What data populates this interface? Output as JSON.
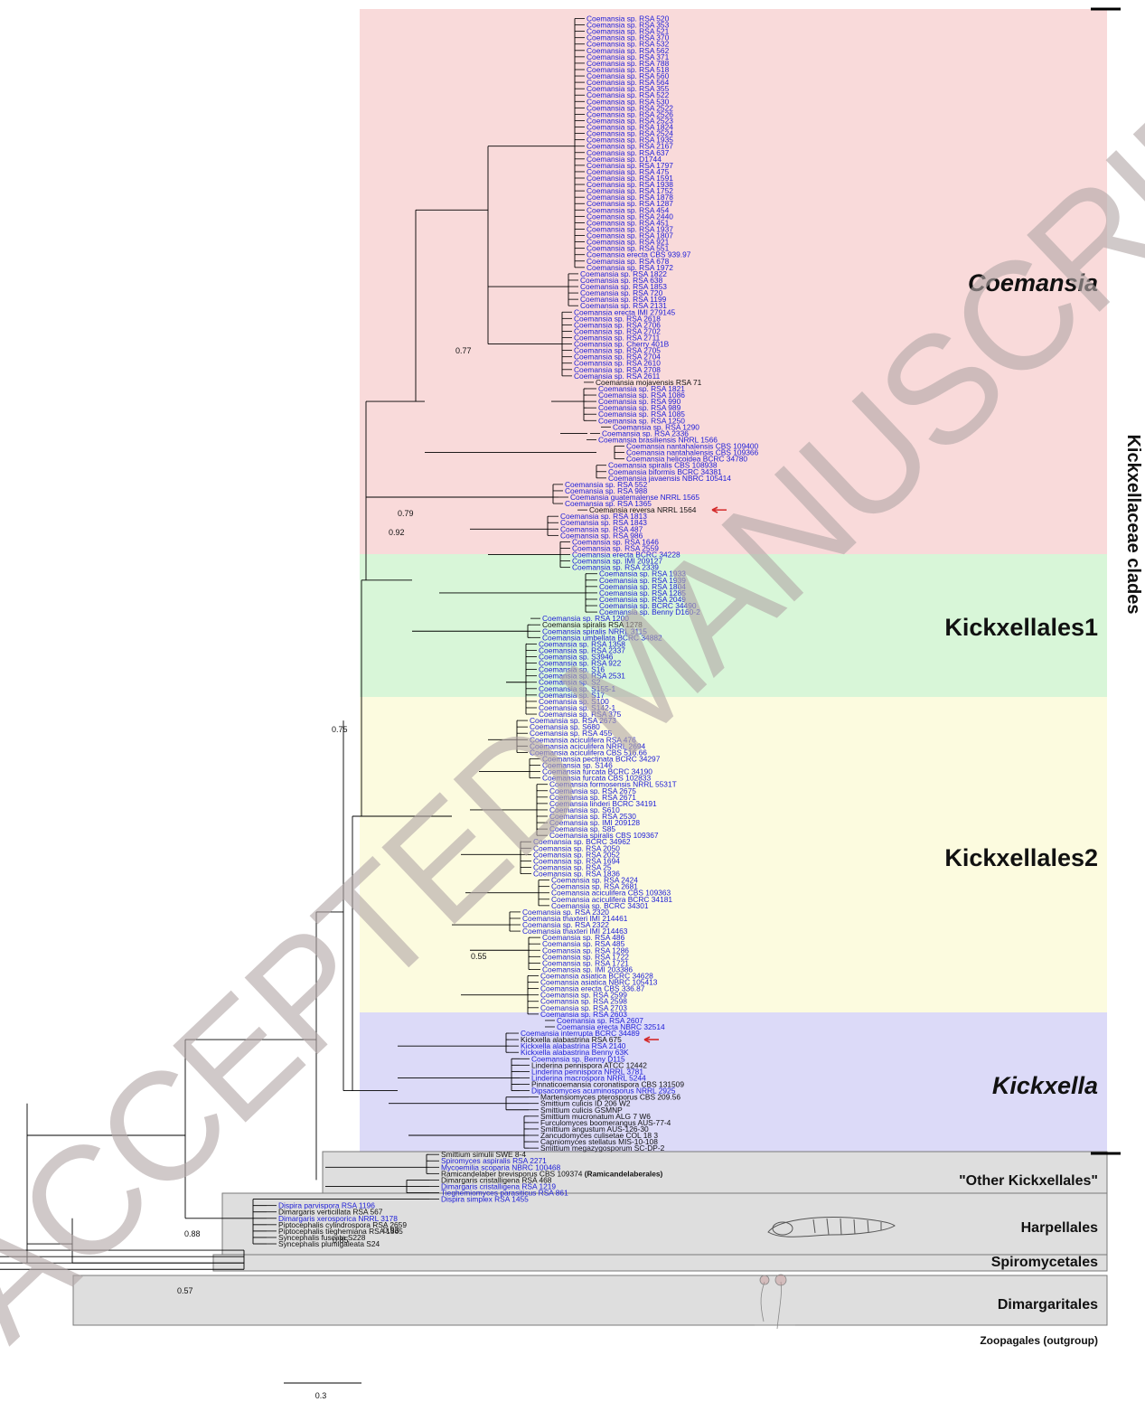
{
  "colors": {
    "coemansia_band": "#f9dada",
    "kickxellales1_band": "#d8f6d8",
    "kickxellales2_band": "#fcfbdf",
    "kickxella_band": "#dcdaf8",
    "grey_band": "#dedede",
    "tip_blue": "#2020d8",
    "tip_black": "#111111",
    "arrow_red": "#d42a2a",
    "watermark": "#b3a8a8"
  },
  "watermark": "ACCEPTED MANUSCRIPT",
  "bracket_label": "Kickxellaceae clades",
  "scale_bar_label": "0.3",
  "groups": [
    {
      "label": "Coemansia",
      "italic": true,
      "size": 27,
      "band": "coemansia_band"
    },
    {
      "label": "Kickxellales1",
      "italic": false,
      "size": 27,
      "band": "kickxellales1_band"
    },
    {
      "label": "Kickxellales2",
      "italic": false,
      "size": 27,
      "band": "kickxellales2_band"
    },
    {
      "label": "Kickxella",
      "italic": true,
      "size": 27,
      "band": "kickxella_band"
    },
    {
      "label": "\"Other Kickxellales\"",
      "italic": false,
      "size": 16,
      "band": "grey_band"
    },
    {
      "label": "Harpellales",
      "italic": false,
      "size": 16,
      "band": "grey_band"
    },
    {
      "label": "Spiromycetales",
      "italic": false,
      "size": 16,
      "band": "grey_band"
    },
    {
      "label": "Dimargaritales",
      "italic": false,
      "size": 16,
      "band": "grey_band"
    },
    {
      "label": "Zoopagales (outgroup)",
      "italic": false,
      "size": 12,
      "band": ""
    }
  ],
  "support_values": [
    "0.77",
    "0.79",
    "0.92",
    "0.75",
    "0.55",
    "0.88",
    "0.93",
    "0.85",
    "0.57"
  ],
  "red_arrows": [
    "Coemansia reversa NRRL 1564",
    "Kickxella alabastrina RSA 675"
  ],
  "taxa": [
    {
      "name": "Coemansia sp. RSA 520",
      "c": "b"
    },
    {
      "name": "Coemansia sp. RSA 353",
      "c": "b"
    },
    {
      "name": "Coemansia sp. RSA 521",
      "c": "b"
    },
    {
      "name": "Coemansia sp. RSA 370",
      "c": "b"
    },
    {
      "name": "Coemansia sp. RSA 532",
      "c": "b"
    },
    {
      "name": "Coemansia sp. RSA 562",
      "c": "b"
    },
    {
      "name": "Coemansia sp. RSA 371",
      "c": "b"
    },
    {
      "name": "Coemansia sp. RSA 788",
      "c": "b"
    },
    {
      "name": "Coemansia sp. RSA 518",
      "c": "b"
    },
    {
      "name": "Coemansia sp. RSA 560",
      "c": "b"
    },
    {
      "name": "Coemansia sp. RSA 564",
      "c": "b"
    },
    {
      "name": "Coemansia sp. RSA 355",
      "c": "b"
    },
    {
      "name": "Coemansia sp. RSA 522",
      "c": "b"
    },
    {
      "name": "Coemansia sp. RSA 530",
      "c": "b"
    },
    {
      "name": "Coemansia sp. RSA 2522",
      "c": "b"
    },
    {
      "name": "Coemansia sp. RSA 2526",
      "c": "b"
    },
    {
      "name": "Coemansia sp. RSA 2523",
      "c": "b"
    },
    {
      "name": "Coemansia sp. RSA 1824",
      "c": "b"
    },
    {
      "name": "Coemansia sp. RSA 2524",
      "c": "b"
    },
    {
      "name": "Coemansia sp. RSA 1935",
      "c": "b"
    },
    {
      "name": "Coemansia sp. RSA 2167",
      "c": "b"
    },
    {
      "name": "Coemansia sp. RSA 637",
      "c": "b"
    },
    {
      "name": "Coemansia sp. D1744",
      "c": "b"
    },
    {
      "name": "Coemansia sp. RSA 1797",
      "c": "b"
    },
    {
      "name": "Coemansia sp. RSA 475",
      "c": "b"
    },
    {
      "name": "Coemansia sp. RSA 1591",
      "c": "b"
    },
    {
      "name": "Coemansia sp. RSA 1938",
      "c": "b"
    },
    {
      "name": "Coemansia sp. RSA 1752",
      "c": "b"
    },
    {
      "name": "Coemansia sp. RSA 1878",
      "c": "b"
    },
    {
      "name": "Coemansia sp. RSA 1287",
      "c": "b"
    },
    {
      "name": "Coemansia sp. RSA 454",
      "c": "b"
    },
    {
      "name": "Coemansia sp. RSA 2440",
      "c": "b"
    },
    {
      "name": "Coemansia sp. RSA 451",
      "c": "b"
    },
    {
      "name": "Coemansia sp. RSA 1937",
      "c": "b"
    },
    {
      "name": "Coemansia sp. RSA 1807",
      "c": "b"
    },
    {
      "name": "Coemansia sp. RSA 921",
      "c": "b"
    },
    {
      "name": "Coemansia sp. RSA 551",
      "c": "b"
    },
    {
      "name": "Coemansia erecta CBS 939.97",
      "c": "b"
    },
    {
      "name": "Coemansia sp. RSA 678",
      "c": "b"
    },
    {
      "name": "Coemansia sp. RSA 1972",
      "c": "b"
    },
    {
      "name": "Coemansia sp. RSA 1822",
      "c": "b"
    },
    {
      "name": "Coemansia sp. RSA 638",
      "c": "b"
    },
    {
      "name": "Coemansia sp. RSA 1853",
      "c": "b"
    },
    {
      "name": "Coemansia sp. RSA 720",
      "c": "b"
    },
    {
      "name": "Coemansia sp. RSA 1199",
      "c": "b"
    },
    {
      "name": "Coemansia sp. RSA 2131",
      "c": "b"
    },
    {
      "name": "Coemansia erecta IMI 279145",
      "c": "b"
    },
    {
      "name": "Coemansia sp. RSA 2618",
      "c": "b"
    },
    {
      "name": "Coemansia sp. RSA 2706",
      "c": "b"
    },
    {
      "name": "Coemansia sp. RSA 2702",
      "c": "b"
    },
    {
      "name": "Coemansia sp. RSA 2711",
      "c": "b"
    },
    {
      "name": "Coemansia sp. Cherry 401B",
      "c": "b"
    },
    {
      "name": "Coemansia sp. RSA 2705",
      "c": "b"
    },
    {
      "name": "Coemansia sp. RSA 2704",
      "c": "b"
    },
    {
      "name": "Coemansia sp. RSA 2610",
      "c": "b"
    },
    {
      "name": "Coemansia sp. RSA 2708",
      "c": "b"
    },
    {
      "name": "Coemansia sp. RSA 2611",
      "c": "b"
    },
    {
      "name": "Coemansia mojavensis RSA 71",
      "c": "k"
    },
    {
      "name": "Coemansia sp. RSA 1821",
      "c": "b"
    },
    {
      "name": "Coemansia sp. RSA 1086",
      "c": "b"
    },
    {
      "name": "Coemansia sp. RSA 990",
      "c": "b"
    },
    {
      "name": "Coemansia sp. RSA 989",
      "c": "b"
    },
    {
      "name": "Coemansia sp. RSA 1085",
      "c": "b"
    },
    {
      "name": "Coemansia sp. RSA 1250",
      "c": "b"
    },
    {
      "name": "Coemansia sp. RSA 1290",
      "c": "b"
    },
    {
      "name": "Coemansia sp. RSA 2336",
      "c": "b"
    },
    {
      "name": "Coemansia brasiliensis NRRL 1566",
      "c": "b"
    },
    {
      "name": "Coemansia nantahalensis CBS 109400",
      "c": "b"
    },
    {
      "name": "Coemansia nantahalensis CBS 109366",
      "c": "b"
    },
    {
      "name": "Coemansia helicoidea BCRC 34780",
      "c": "b"
    },
    {
      "name": "Coemansia spiralis CBS 108938",
      "c": "b"
    },
    {
      "name": "Coemansia biformis BCRC 34381",
      "c": "b"
    },
    {
      "name": "Coemansia javaensis NBRC 105414",
      "c": "b"
    },
    {
      "name": "Coemansia sp. RSA 552",
      "c": "b"
    },
    {
      "name": "Coemansia sp. RSA 988",
      "c": "b"
    },
    {
      "name": "Coemansia guatemalense NRRL 1565",
      "c": "b"
    },
    {
      "name": "Coemansia sp. RSA 1365",
      "c": "b"
    },
    {
      "name": "Coemansia reversa NRRL 1564",
      "c": "k"
    },
    {
      "name": "Coemansia sp. RSA 1813",
      "c": "b"
    },
    {
      "name": "Coemansia sp. RSA 1843",
      "c": "b"
    },
    {
      "name": "Coemansia sp. RSA 487",
      "c": "b"
    },
    {
      "name": "Coemansia sp. RSA 986",
      "c": "b"
    },
    {
      "name": "Coemansia sp. RSA 1646",
      "c": "b"
    },
    {
      "name": "Coemansia sp. RSA 2559",
      "c": "b"
    },
    {
      "name": "Coemansia erecta BCRC 34228",
      "c": "b"
    },
    {
      "name": "Coemansia sp. IMI 209127",
      "c": "b"
    },
    {
      "name": "Coemansia sp. RSA 2339",
      "c": "b"
    },
    {
      "name": "Coemansia sp. RSA 1933",
      "c": "b"
    },
    {
      "name": "Coemansia sp. RSA 1939",
      "c": "b"
    },
    {
      "name": "Coemansia sp. RSA 1804",
      "c": "b"
    },
    {
      "name": "Coemansia sp. RSA 1285",
      "c": "b"
    },
    {
      "name": "Coemansia sp. RSA 2049",
      "c": "b"
    },
    {
      "name": "Coemansia sp. BCRC 34490",
      "c": "b"
    },
    {
      "name": "Coemansia sp. Benny D160-2",
      "c": "b"
    },
    {
      "name": "Coemansia sp. RSA 1200",
      "c": "b"
    },
    {
      "name": "Coemansia spiralis RSA 1278",
      "c": "k"
    },
    {
      "name": "Coemansia spiralis NRRL 3115",
      "c": "b"
    },
    {
      "name": "Coemansia umbellata BCRC 34882",
      "c": "b"
    },
    {
      "name": "Coemansia sp. RSA 1358",
      "c": "b"
    },
    {
      "name": "Coemansia sp. RSA 2337",
      "c": "b"
    },
    {
      "name": "Coemansia sp. S3946",
      "c": "b"
    },
    {
      "name": "Coemansia sp. RSA 922",
      "c": "b"
    },
    {
      "name": "Coemansia sp. S16",
      "c": "b"
    },
    {
      "name": "Coemansia sp. RSA 2531",
      "c": "b"
    },
    {
      "name": "Coemansia sp. S2",
      "c": "b"
    },
    {
      "name": "Coemansia sp. S155-1",
      "c": "b"
    },
    {
      "name": "Coemansia sp. S17",
      "c": "b"
    },
    {
      "name": "Coemansia sp. S100",
      "c": "b"
    },
    {
      "name": "Coemansia sp. S142-1",
      "c": "b"
    },
    {
      "name": "Coemansia sp. RSA 375",
      "c": "b"
    },
    {
      "name": "Coemansia sp. RSA 2673",
      "c": "b"
    },
    {
      "name": "Coemansia sp. S680",
      "c": "b"
    },
    {
      "name": "Coemansia sp. RSA 455",
      "c": "b"
    },
    {
      "name": "Coemansia aciculifera RSA 476",
      "c": "b"
    },
    {
      "name": "Coemansia aciculifera NRRL 2694",
      "c": "b"
    },
    {
      "name": "Coemansia aciculifera CBS 516.66",
      "c": "b"
    },
    {
      "name": "Coemansia pectinata BCRC 34297",
      "c": "b"
    },
    {
      "name": "Coemansia sp. S146",
      "c": "b"
    },
    {
      "name": "Coemansia furcata BCRC 34190",
      "c": "b"
    },
    {
      "name": "Coemansia furcata CBS 102833",
      "c": "b"
    },
    {
      "name": "Coemansia formosensis NRRL 5531T",
      "c": "b"
    },
    {
      "name": "Coemansia sp. RSA 2675",
      "c": "b"
    },
    {
      "name": "Coemansia sp. RSA 2671",
      "c": "b"
    },
    {
      "name": "Coemansia linderi BCRC 34191",
      "c": "b"
    },
    {
      "name": "Coemansia sp. S610",
      "c": "b"
    },
    {
      "name": "Coemansia sp. RSA 2530",
      "c": "b"
    },
    {
      "name": "Coemansia sp. IMI 209128",
      "c": "b"
    },
    {
      "name": "Coemansia sp. S85",
      "c": "b"
    },
    {
      "name": "Coemansia spiralis CBS 109367",
      "c": "b"
    },
    {
      "name": "Coemansia sp. BCRC 34962",
      "c": "b"
    },
    {
      "name": "Coemansia sp. RSA 2050",
      "c": "b"
    },
    {
      "name": "Coemansia sp. RSA 2052",
      "c": "b"
    },
    {
      "name": "Coemansia sp. RSA 1694",
      "c": "b"
    },
    {
      "name": "Coemansia sp. RSA 25",
      "c": "b"
    },
    {
      "name": "Coemansia sp. RSA 1836",
      "c": "b"
    },
    {
      "name": "Coemansia sp. RSA 2424",
      "c": "b"
    },
    {
      "name": "Coemansia sp. RSA 2681",
      "c": "b"
    },
    {
      "name": "Coemansia aciculifera CBS 109363",
      "c": "b"
    },
    {
      "name": "Coemansia aciculifera BCRC 34181",
      "c": "b"
    },
    {
      "name": "Coemansia sp. BCRC 34301",
      "c": "b"
    },
    {
      "name": "Coemansia sp. RSA 2320",
      "c": "b"
    },
    {
      "name": "Coemansia thaxteri IMI 214461",
      "c": "b"
    },
    {
      "name": "Coemansia sp. RSA 2322",
      "c": "b"
    },
    {
      "name": "Coemansia thaxteri IMI 214463",
      "c": "b"
    },
    {
      "name": "Coemansia sp. RSA 486",
      "c": "b"
    },
    {
      "name": "Coemansia sp. RSA 485",
      "c": "b"
    },
    {
      "name": "Coemansia sp. RSA 1286",
      "c": "b"
    },
    {
      "name": "Coemansia sp. RSA 1722",
      "c": "b"
    },
    {
      "name": "Coemansia sp. RSA 1721",
      "c": "b"
    },
    {
      "name": "Coemansia sp. IMI 203386",
      "c": "b"
    },
    {
      "name": "Coemansia asiatica BCRC 34628",
      "c": "b"
    },
    {
      "name": "Coemansia asiatica NBRC 105413",
      "c": "b"
    },
    {
      "name": "Coemansia erecta CBS 336.87",
      "c": "b"
    },
    {
      "name": "Coemansia sp. RSA 2599",
      "c": "b"
    },
    {
      "name": "Coemansia sp. RSA 2598",
      "c": "b"
    },
    {
      "name": "Coemansia sp. RSA 2703",
      "c": "b"
    },
    {
      "name": "Coemansia sp. RSA 2603",
      "c": "b"
    },
    {
      "name": "Coemansia sp. RSA 2607",
      "c": "b"
    },
    {
      "name": "Coemansia erecta NBRC 32514",
      "c": "b"
    },
    {
      "name": "Coemansia interrupta BCRC 34489",
      "c": "b"
    },
    {
      "name": "Kickxella alabastrina RSA 675",
      "c": "k"
    },
    {
      "name": "Kickxella alabastrina RSA 2140",
      "c": "b"
    },
    {
      "name": "Kickxella alabastrina Benny 63K",
      "c": "b"
    },
    {
      "name": "Coemansia sp. Benny D115",
      "c": "b"
    },
    {
      "name": "Linderina pennispora ATCC 12442",
      "c": "k"
    },
    {
      "name": "Linderina pennispora NRRL 3781",
      "c": "b"
    },
    {
      "name": "Linderina macrospora NRRL 5244",
      "c": "b"
    },
    {
      "name": "Pinnaticoemansia coronatispora CBS 131509",
      "c": "k"
    },
    {
      "name": "Dipsacomyces acuminosporus NRRL 2925",
      "c": "b"
    },
    {
      "name": "Martensiomyces pterosporus CBS 209.56",
      "c": "k"
    },
    {
      "name": "Smittium culicis ID 206 W2",
      "c": "k"
    },
    {
      "name": "Smittium culicis GSMNP",
      "c": "k"
    },
    {
      "name": "Smittium mucronatum ALG 7 W6",
      "c": "k"
    },
    {
      "name": "Furculomyces boomerangus AUS-77-4",
      "c": "k"
    },
    {
      "name": "Smittium angustum AUS-126-30",
      "c": "k"
    },
    {
      "name": "Zancudomyces culisetae COL 18 3",
      "c": "k"
    },
    {
      "name": "Capniomyces stellatus MIS-10-108",
      "c": "k"
    },
    {
      "name": "Smittium megazygosporum SC-DP-2",
      "c": "k"
    },
    {
      "name": "Smittium simulii SWE 8-4",
      "c": "k"
    },
    {
      "name": "Spiromyces aspiralis RSA 2271",
      "c": "b"
    },
    {
      "name": "Mycoemilia scoparia NBRC 100468",
      "c": "b"
    },
    {
      "name": "Ramicandelaber brevisporus CBS 109374",
      "c": "k",
      "suffix": "(Ramicandelaberales)"
    },
    {
      "name": "Dimargaris cristalligena RSA 468",
      "c": "k"
    },
    {
      "name": "Dimargaris cristalligena RSA 1219",
      "c": "b"
    },
    {
      "name": "Tieghemiomyces parasiticus RSA 861",
      "c": "b"
    },
    {
      "name": "Dispira simplex RSA 1455",
      "c": "b"
    },
    {
      "name": "Dispira parvispora RSA 1196",
      "c": "b"
    },
    {
      "name": "Dimargaris verticillata RSA 567",
      "c": "k"
    },
    {
      "name": "Dimargaris xerosporica NRRL 3178",
      "c": "b"
    },
    {
      "name": "Piptocephalis cylindrospora RSA 2659",
      "c": "k"
    },
    {
      "name": "Piptocephalis tieghemiana RSA 1565",
      "c": "k"
    },
    {
      "name": "Syncephalis fuscata S228",
      "c": "k"
    },
    {
      "name": "Syncephalis plumigaleata S24",
      "c": "k"
    }
  ]
}
